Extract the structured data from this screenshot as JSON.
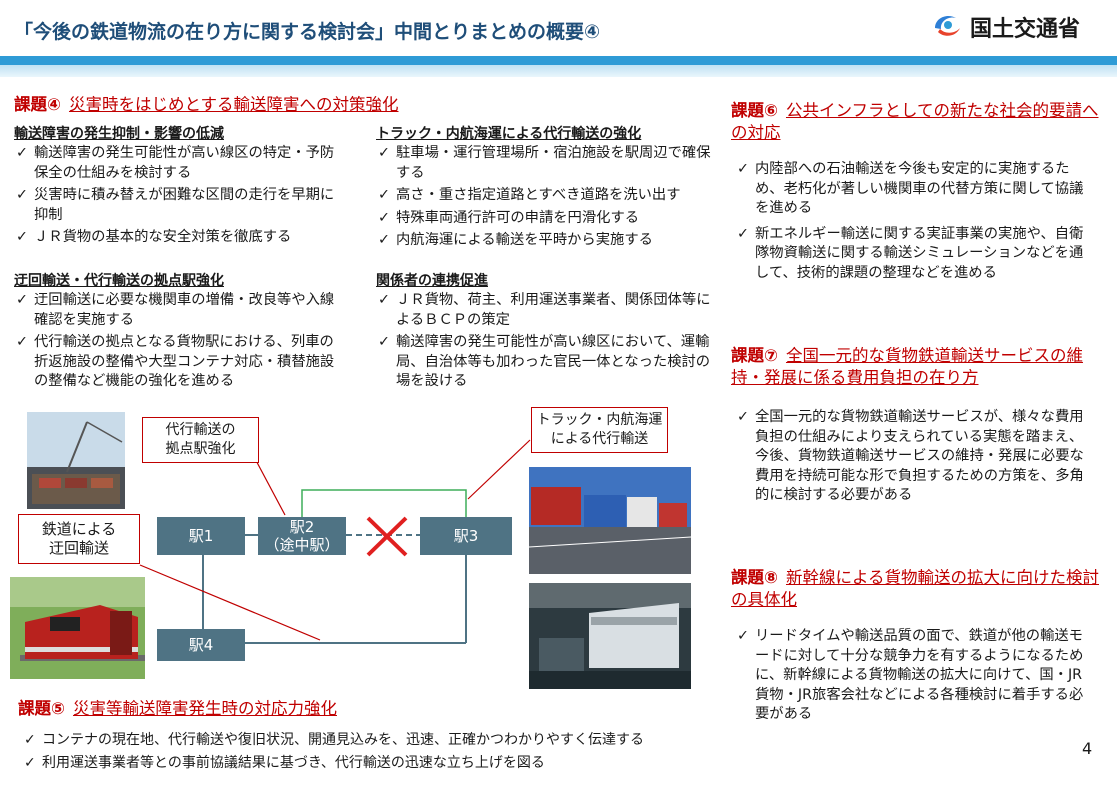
{
  "header": {
    "title": "「今後の鉄道物流の在り方に関する検討会」中間とりまとめの概要④",
    "ministry": "国土交通省"
  },
  "issue4": {
    "label": "課題④",
    "title": "災害時をはじめとする輸送障害への対策強化",
    "sections": [
      {
        "heading": "輸送障害の発生抑制・影響の低減",
        "items": [
          "輸送障害の発生可能性が高い線区の特定・予防保全の仕組みを検討する",
          "災害時に積み替えが困難な区間の走行を早期に抑制",
          "ＪＲ貨物の基本的な安全対策を徹底する"
        ]
      },
      {
        "heading": "迂回輸送・代行輸送の拠点駅強化",
        "items": [
          "迂回輸送に必要な機関車の増備・改良等や入線確認を実施する",
          "代行輸送の拠点となる貨物駅における、列車の折返施設の整備や大型コンテナ対応・積替施設の整備など機能の強化を進める"
        ]
      },
      {
        "heading": "トラック・内航海運による代行輸送の強化",
        "items": [
          "駐車場・運行管理場所・宿泊施設を駅周辺で確保する",
          "高さ・重さ指定道路とすべき道路を洗い出す",
          "特殊車両通行許可の申請を円滑化する",
          "内航海運による輸送を平時から実施する"
        ]
      },
      {
        "heading": "関係者の連携促進",
        "items": [
          "ＪＲ貨物、荷主、利用運送事業者、関係団体等によるＢＣＰの策定",
          "輸送障害の発生可能性が高い線区において、運輸局、自治体等も加わった官民一体となった検討の場を設ける"
        ]
      }
    ]
  },
  "diagram": {
    "stations": [
      "駅1",
      "駅2",
      "（途中駅）",
      "駅3",
      "駅4"
    ],
    "callouts": {
      "hub": [
        "代行輸送の",
        "拠点駅強化"
      ],
      "truck": [
        "トラック・内航海運",
        "による代行輸送"
      ],
      "detour": [
        "鉄道による",
        "迂回輸送"
      ]
    },
    "colors": {
      "station": "#4f7384",
      "route_green": "#3fae5a",
      "blocked": "#e02020",
      "callout_border": "#c00000"
    }
  },
  "issue5": {
    "label": "課題⑤",
    "title": "災害等輸送障害発生時の対応力強化",
    "items": [
      "コンテナの現在地、代行輸送や復旧状況、開通見込みを、迅速、正確かつわかりやすく伝達する",
      "利用運送事業者等との事前協議結果に基づき、代行輸送の迅速な立ち上げを図る"
    ]
  },
  "issue6": {
    "label": "課題⑥",
    "title": "公共インフラとしての新たな社会的要請への対応",
    "items": [
      "内陸部への石油輸送を今後も安定的に実施するため、老朽化が著しい機関車の代替方策に関して協議を進める",
      "新エネルギー輸送に関する実証事業の実施や、自衛隊物資輸送に関する輸送シミュレーションなどを通して、技術的課題の整理などを進める"
    ]
  },
  "issue7": {
    "label": "課題⑦",
    "title": "全国一元的な貨物鉄道輸送サービスの維持・発展に係る費用負担の在り方",
    "items": [
      "全国一元的な貨物鉄道輸送サービスが、様々な費用負担の仕組みにより支えられている実態を踏まえ、今後、貨物鉄道輸送サービスの維持・発展に必要な費用を持続可能な形で負担するための方策を、多角的に検討する必要がある"
    ]
  },
  "issue8": {
    "label": "課題⑧",
    "title": "新幹線による貨物輸送の拡大に向けた検討の具体化",
    "items": [
      "リードタイムや輸送品質の面で、鉄道が他の輸送モードに対して十分な競争力を有するようになるために、新幹線による貨物輸送の拡大に向けて、国・JR貨物・JR旅客会社などによる各種検討に着手する必要がある"
    ]
  },
  "check_mark": "✓",
  "page_number": "4"
}
